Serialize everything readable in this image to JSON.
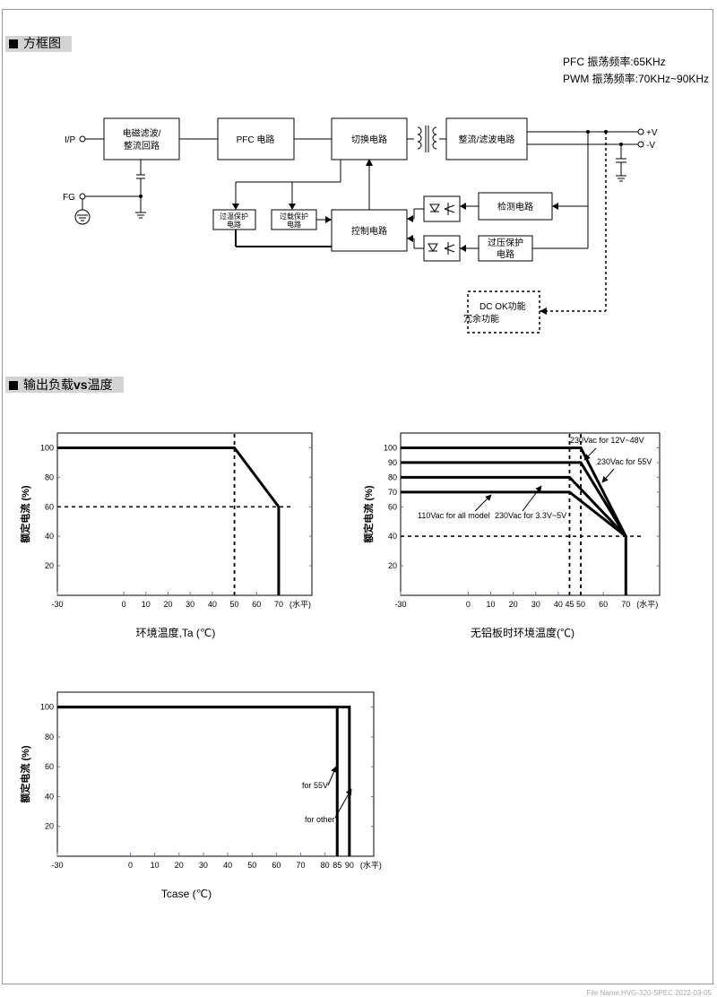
{
  "sections": {
    "block_diagram_title": "方框图",
    "derating_title_cn": "输出负载",
    "derating_title_vs": "vs",
    "derating_title_cn2": "温度"
  },
  "specs": {
    "pfc_freq": "PFC 振荡频率:65KHz",
    "pwm_freq": "PWM 振荡频率:70KHz~90KHz"
  },
  "diagram": {
    "ip_label": "I/P",
    "fg_label": "FG",
    "emi_filter_line1": "电磁滤波/",
    "emi_filter_line2": "整流回路",
    "pfc_circuit": "PFC 电路",
    "switching_circuit": "切换电路",
    "rectifier_filter": "整流/滤波电路",
    "out_pos": "+V",
    "out_neg": "-V",
    "otp_line1": "过温保护",
    "otp_line2": "电路",
    "olp_line1": "过载保护",
    "olp_line2": "电路",
    "control_circuit": "控制电路",
    "detection_circuit": "检测电路",
    "ovp_line1": "过压保护",
    "ovp_line2": "电路",
    "dcok_line1": "DC OK功能",
    "dcok_line2": "冗余功能"
  },
  "chart_data": [
    {
      "type": "line",
      "x": [
        -30,
        50,
        70,
        70
      ],
      "series": [
        {
          "values": [
            100,
            100,
            60,
            0
          ]
        }
      ],
      "reference_lines": [
        {
          "x": 50,
          "style": "dashed"
        },
        {
          "y": 60,
          "style": "dashed"
        }
      ],
      "xlim": [
        -30,
        85
      ],
      "ylim": [
        0,
        110
      ],
      "xticks": [
        "-30",
        "0",
        "10",
        "20",
        "30",
        "40",
        "50",
        "60",
        "70"
      ],
      "yticks": [
        "20",
        "40",
        "60",
        "80",
        "100"
      ],
      "xunit": "(水平)",
      "ylabel": "额定电流 (%)",
      "xlabel": "环境温度,Ta (℃)",
      "grid": false
    },
    {
      "type": "line",
      "series": [
        {
          "name": "230Vac for 12V~48V",
          "x": [
            -30,
            50,
            70,
            70
          ],
          "values": [
            100,
            100,
            40,
            0
          ]
        },
        {
          "name": "230Vac for 55V",
          "x": [
            -30,
            50,
            70
          ],
          "values": [
            90,
            90,
            40
          ]
        },
        {
          "name": "230Vac for 3.3V~5V",
          "x": [
            -30,
            45,
            70
          ],
          "values": [
            80,
            80,
            40
          ]
        },
        {
          "name": "110Vac for all model",
          "x": [
            -30,
            45,
            70
          ],
          "values": [
            70,
            70,
            40
          ]
        }
      ],
      "reference_lines": [
        {
          "x": 45,
          "style": "dashed"
        },
        {
          "x": 50,
          "style": "dashed"
        },
        {
          "y": 40,
          "style": "dashed"
        }
      ],
      "xlim": [
        -30,
        85
      ],
      "ylim": [
        0,
        110
      ],
      "xticks": [
        "-30",
        "0",
        "10",
        "20",
        "30",
        "40",
        "45",
        "50",
        "60",
        "70"
      ],
      "yticks": [
        "20",
        "40",
        "60",
        "70",
        "80",
        "90",
        "100"
      ],
      "xunit": "(水平)",
      "ylabel": "额定电流 (%)",
      "xlabel": "无铝板时环境温度(℃)",
      "grid": false
    },
    {
      "type": "line",
      "series": [
        {
          "name": "for 55V",
          "x": [
            -30,
            85,
            85
          ],
          "values": [
            100,
            100,
            0
          ]
        },
        {
          "name": "for other",
          "x": [
            -30,
            90,
            90
          ],
          "values": [
            100,
            100,
            0
          ]
        }
      ],
      "xlim": [
        -30,
        100
      ],
      "ylim": [
        0,
        110
      ],
      "xticks": [
        "-30",
        "0",
        "10",
        "20",
        "30",
        "40",
        "50",
        "60",
        "70",
        "80",
        "85",
        "90"
      ],
      "yticks": [
        "20",
        "40",
        "60",
        "80",
        "100"
      ],
      "xunit": "(水平)",
      "ylabel": "额定电流 (%)",
      "xlabel": "Tcase (℃)",
      "grid": false
    }
  ],
  "footer": "File Name:HVG-320-SPEC 2022-03-05"
}
